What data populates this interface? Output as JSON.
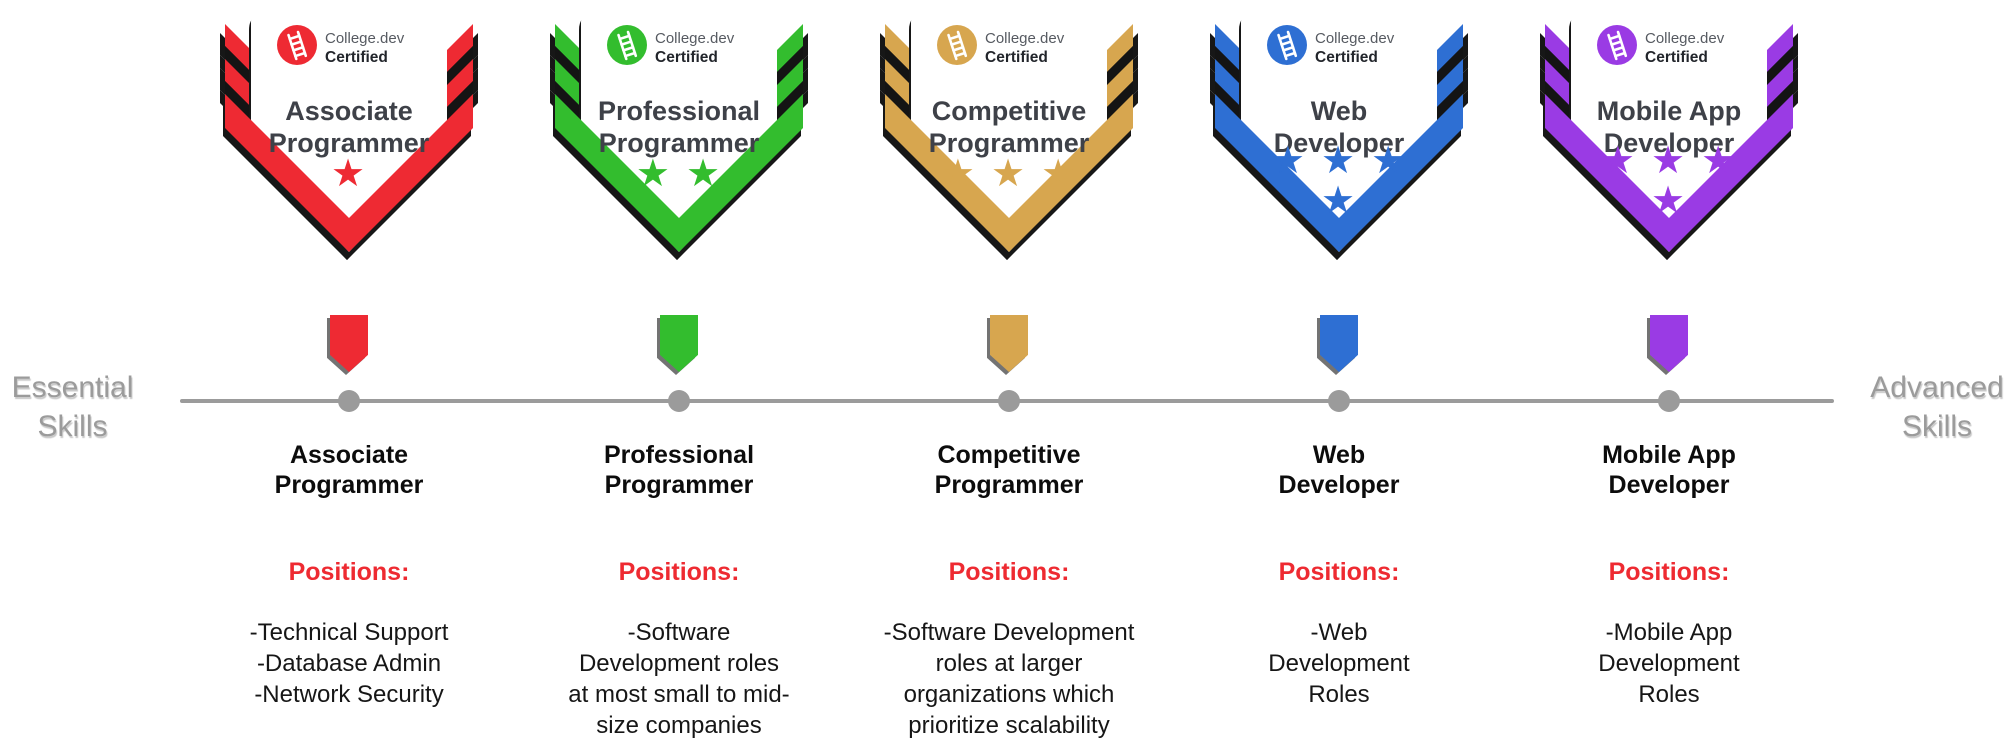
{
  "brand": {
    "name": "College.dev",
    "certified": "Certified"
  },
  "scale": {
    "left_line1": "Essential",
    "left_line2": "Skills",
    "right_line1": "Advanced",
    "right_line2": "Skills"
  },
  "positions_heading": "Positions:",
  "colors": {
    "timeline": "#9b9b9b",
    "positions_heading": "#ee2a31",
    "wing_gap": "#141414"
  },
  "badges": [
    {
      "title_line1": "Associate",
      "title_line2": "Programmer",
      "color": "#ee2a33",
      "stars_rows": [
        "★"
      ],
      "positions": [
        "-Technical Support",
        "-Database Admin",
        "-Network Security"
      ]
    },
    {
      "title_line1": "Professional",
      "title_line2": "Programmer",
      "color": "#33bd2e",
      "stars_rows": [
        "★ ★"
      ],
      "positions": [
        "-Software",
        "Development roles",
        "at most small to mid-",
        "size companies"
      ]
    },
    {
      "title_line1": "Competitive",
      "title_line2": "Programmer",
      "color": "#d7a64f",
      "stars_rows": [
        "★ ★ ★"
      ],
      "positions": [
        "-Software Development",
        "roles at larger",
        "organizations which",
        "prioritize scalability"
      ]
    },
    {
      "title_line1": "Web",
      "title_line2": "Developer",
      "color": "#2e6fd3",
      "stars_rows": [
        "★ ★ ★",
        "★"
      ],
      "positions": [
        "-Web",
        "Development",
        "Roles"
      ]
    },
    {
      "title_line1": "Mobile App",
      "title_line2": "Developer",
      "color": "#9a3be4",
      "stars_rows": [
        "★ ★ ★",
        "★"
      ],
      "positions": [
        "-Mobile App",
        "Development",
        "Roles"
      ]
    }
  ]
}
